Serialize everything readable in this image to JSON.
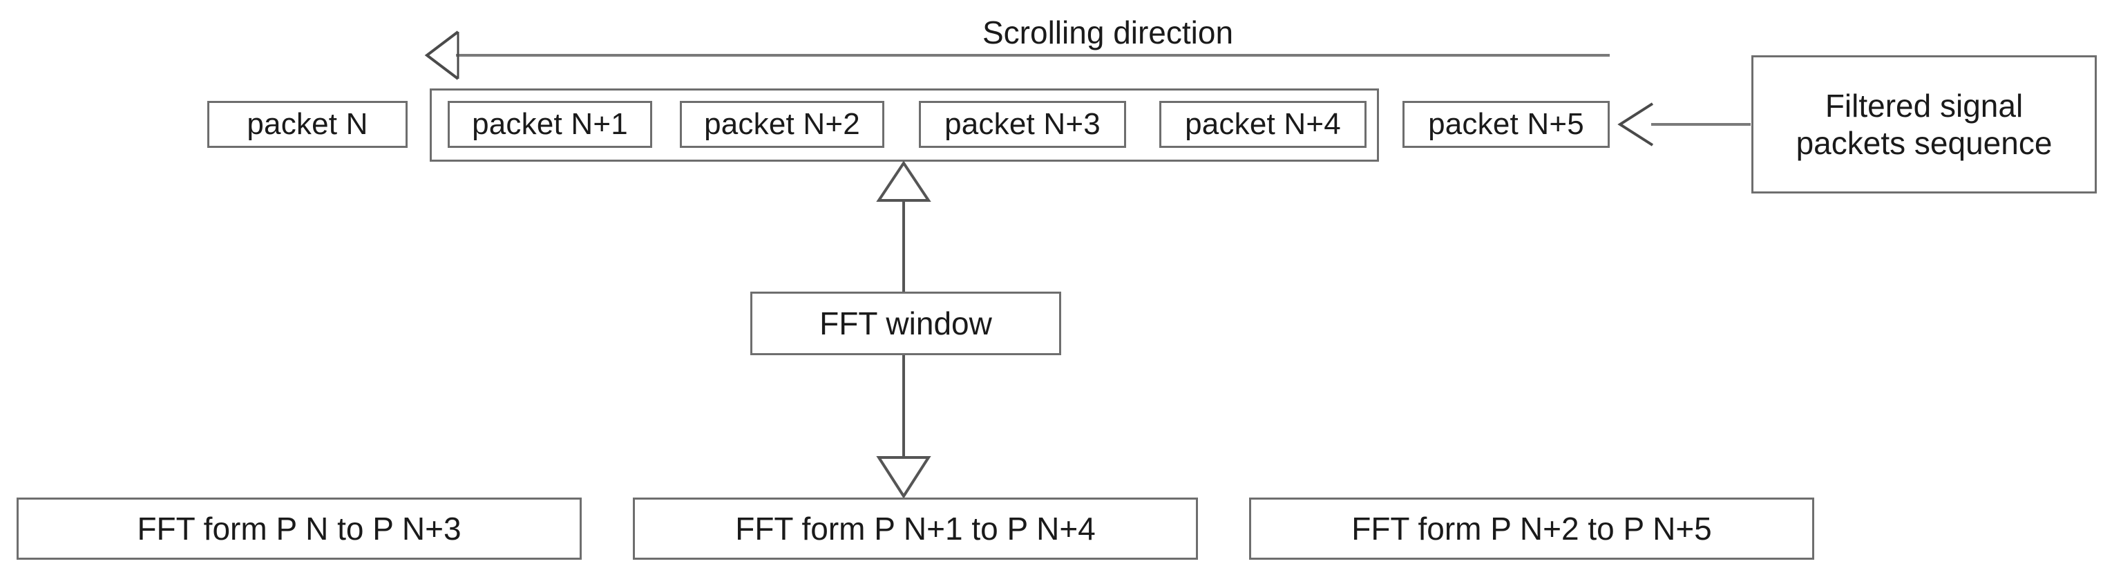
{
  "diagram": {
    "title_label": "Scrolling direction",
    "packets_before": [
      {
        "label": "packet N"
      }
    ],
    "packets_in_window": [
      {
        "label": "packet N+1"
      },
      {
        "label": "packet N+2"
      },
      {
        "label": "packet N+3"
      },
      {
        "label": "packet N+4"
      }
    ],
    "packets_after": [
      {
        "label": "packet N+5"
      }
    ],
    "source_box": {
      "label": "Filtered signal\npackets sequence"
    },
    "fft_window": {
      "label": "FFT window"
    },
    "fft_outputs": [
      {
        "label": "FFT form P N to P N+3"
      },
      {
        "label": "FFT form P N+1 to P N+4"
      },
      {
        "label": "FFT form P N+2 to P N+5"
      }
    ],
    "icons": {
      "scrolling_arrow": "arrow-left-open-icon",
      "source_arrow": "arrow-left-open-icon",
      "window_up_arrow": "arrow-up-hollow-triangle-icon",
      "window_down_arrow": "arrow-down-hollow-triangle-icon"
    },
    "colors": {
      "stroke": "#6e6e6e",
      "line": "#7a7a7a",
      "text": "#1a1a1a",
      "background": "#ffffff"
    }
  }
}
